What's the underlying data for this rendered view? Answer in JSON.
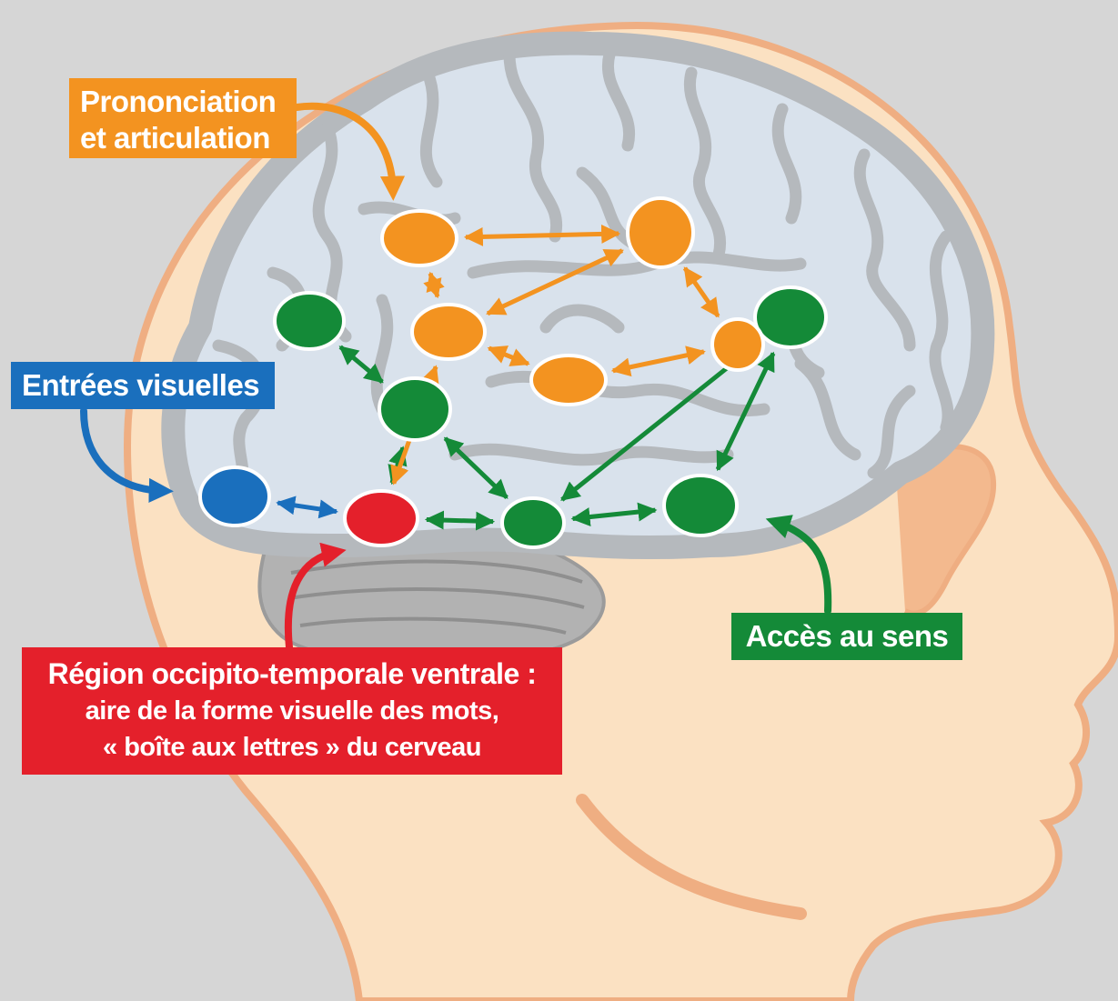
{
  "colors": {
    "background": "#d6d6d6",
    "skin": "#fbe1c2",
    "skin_outline": "#efae82",
    "brain": "#d9e2ec",
    "brain_outline": "#b5b9bd",
    "cerebellum": "#b2b2b2",
    "orange": "#f39320",
    "green": "#148a38",
    "blue": "#1a6fbd",
    "red": "#e4202b"
  },
  "labels": {
    "pronunciation": {
      "line1": "Prononciation",
      "line2": "et articulation",
      "color": "#f39320"
    },
    "visual_input": {
      "text": "Entrées visuelles",
      "color": "#1a6fbd"
    },
    "meaning": {
      "text": "Accès au sens",
      "color": "#148a38"
    },
    "vwfa": {
      "line1": "Région occipito-temporale ventrale :",
      "line2": "aire de la forme visuelle des mots,",
      "line3": "« boîte aux lettres » du cerveau",
      "color": "#e4202b"
    }
  },
  "nodes": [
    {
      "id": "visual-input",
      "color": "blue"
    },
    {
      "id": "vwfa",
      "color": "red"
    },
    {
      "id": "green-1",
      "color": "green"
    },
    {
      "id": "green-2",
      "color": "green"
    },
    {
      "id": "green-3",
      "color": "green"
    },
    {
      "id": "green-4",
      "color": "green"
    },
    {
      "id": "green-5",
      "color": "green"
    },
    {
      "id": "orange-1",
      "color": "orange"
    },
    {
      "id": "orange-2",
      "color": "orange"
    },
    {
      "id": "orange-3",
      "color": "orange"
    },
    {
      "id": "orange-4",
      "color": "orange"
    },
    {
      "id": "orange-5",
      "color": "orange"
    }
  ],
  "edges": [
    {
      "from": "visual-input",
      "to": "vwfa",
      "color": "blue"
    },
    {
      "from": "vwfa",
      "to": "green-2",
      "color": "green"
    },
    {
      "from": "vwfa",
      "to": "green-3",
      "color": "green"
    },
    {
      "from": "green-1",
      "to": "green-2",
      "color": "green"
    },
    {
      "from": "green-2",
      "to": "green-3",
      "color": "green"
    },
    {
      "from": "green-3",
      "to": "green-4",
      "color": "green"
    },
    {
      "from": "green-3",
      "to": "green-5",
      "color": "green"
    },
    {
      "from": "green-4",
      "to": "green-5",
      "color": "green"
    },
    {
      "from": "vwfa",
      "to": "orange-3",
      "color": "orange"
    },
    {
      "from": "orange-1",
      "to": "orange-2",
      "color": "orange"
    },
    {
      "from": "orange-1",
      "to": "orange-3",
      "color": "orange"
    },
    {
      "from": "orange-3",
      "to": "orange-2",
      "color": "orange"
    },
    {
      "from": "orange-3",
      "to": "orange-4",
      "color": "orange"
    },
    {
      "from": "orange-4",
      "to": "orange-5",
      "color": "orange"
    },
    {
      "from": "orange-2",
      "to": "orange-5",
      "color": "orange"
    },
    {
      "from": "orange-5",
      "to": "green-5",
      "color": "green"
    }
  ]
}
